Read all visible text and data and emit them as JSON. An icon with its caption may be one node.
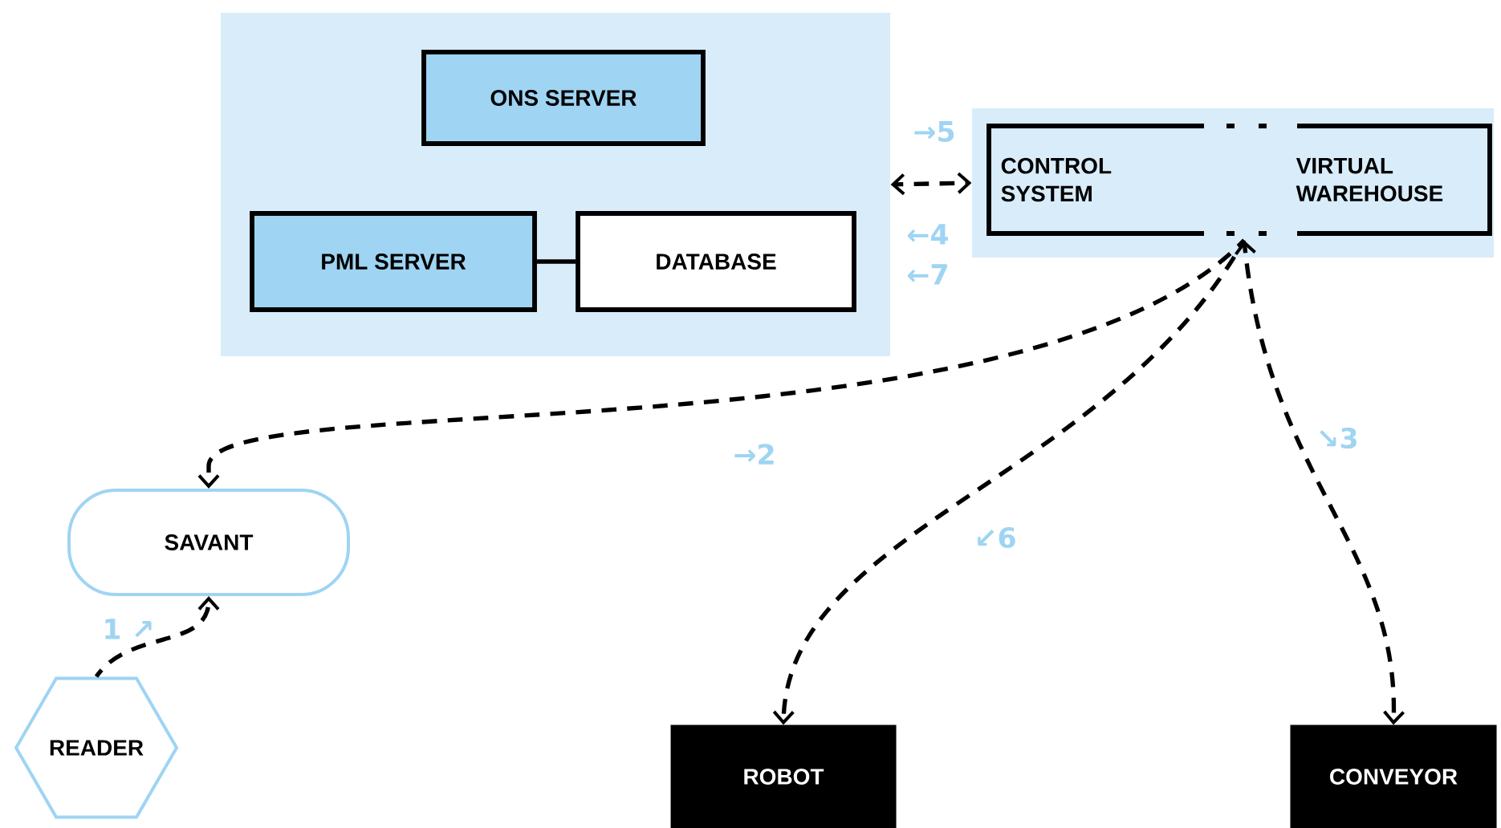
{
  "diagram": {
    "nodes": [
      {
        "text": [],
        "shape": "box"
      },
      {
        "text": [
          "ONS SERVER"
        ],
        "in": 0
      },
      {
        "text": [
          "PML SERVER"
        ],
        "in": 0
      },
      {
        "text": [
          "DATABASE"
        ],
        "in": 0
      },
      {
        "text": [],
        "shape": "box"
      },
      {
        "text": [
          "CONTROL SYSTEM",
          "VIRTUAL WAREHOUSE"
        ],
        "in": 4
      },
      {
        "text": [
          "SAVANT"
        ]
      },
      {
        "text": [
          "READER"
        ]
      },
      {
        "text": [
          "ROBOT"
        ]
      },
      {
        "text": [
          "CONVEYOR"
        ]
      }
    ],
    "edges": [
      {
        "from": 2,
        "to": 3,
        "arrow": "none"
      },
      {
        "from": 0,
        "to": 4,
        "arrow": "both",
        "style": "dashed"
      },
      {
        "from": 5,
        "to": 6,
        "arrow": "to",
        "style": "dashed"
      },
      {
        "from": 7,
        "to": 6,
        "arrow": "to",
        "style": "dashed"
      },
      {
        "from": 5,
        "to": 8,
        "arrow": "to",
        "style": "dashed"
      },
      {
        "from": 5,
        "to": 9,
        "arrow": "both",
        "style": "dashed"
      }
    ],
    "labels": [
      "→5",
      "←4",
      "←7",
      "→2",
      "↘3",
      "↙6",
      "1 ↗"
    ]
  }
}
